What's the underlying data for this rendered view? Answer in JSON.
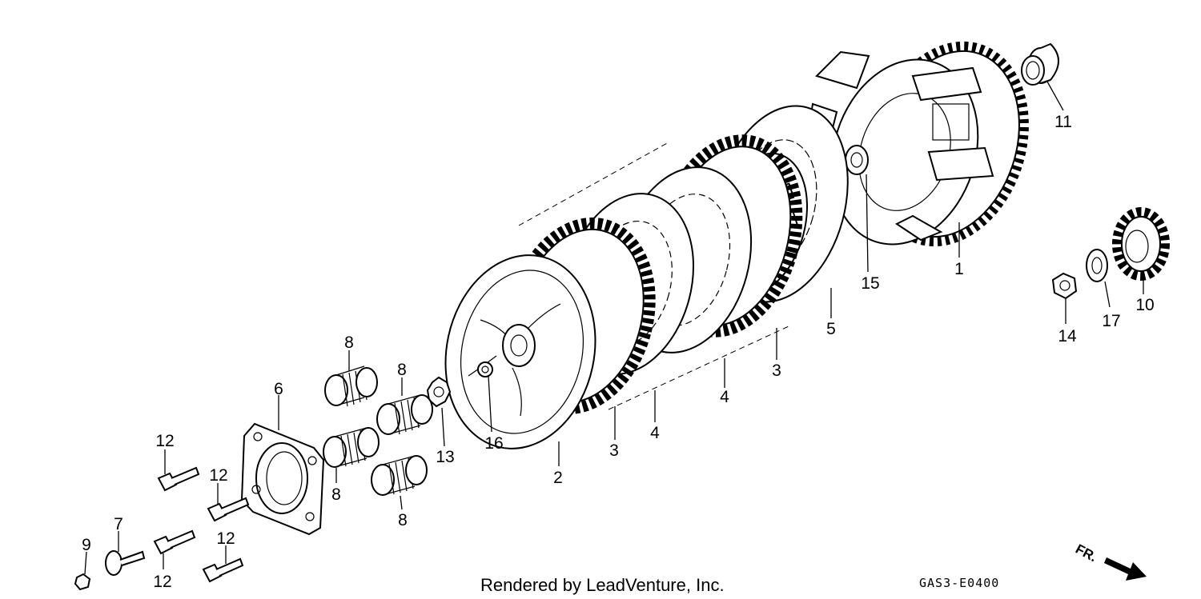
{
  "parts": [
    {
      "id": "p1",
      "text": "1"
    },
    {
      "id": "p2",
      "text": "2"
    },
    {
      "id": "p3a",
      "text": "3"
    },
    {
      "id": "p3b",
      "text": "3"
    },
    {
      "id": "p4a",
      "text": "4"
    },
    {
      "id": "p4b",
      "text": "4"
    },
    {
      "id": "p5",
      "text": "5"
    },
    {
      "id": "p6",
      "text": "6"
    },
    {
      "id": "p7",
      "text": "7"
    },
    {
      "id": "p8a",
      "text": "8"
    },
    {
      "id": "p8b",
      "text": "8"
    },
    {
      "id": "p8c",
      "text": "8"
    },
    {
      "id": "p8d",
      "text": "8"
    },
    {
      "id": "p9",
      "text": "9"
    },
    {
      "id": "p10",
      "text": "10"
    },
    {
      "id": "p11",
      "text": "11"
    },
    {
      "id": "p12a",
      "text": "12"
    },
    {
      "id": "p12b",
      "text": "12"
    },
    {
      "id": "p12c",
      "text": "12"
    },
    {
      "id": "p12d",
      "text": "12"
    },
    {
      "id": "p13",
      "text": "13"
    },
    {
      "id": "p14",
      "text": "14"
    },
    {
      "id": "p15",
      "text": "15"
    },
    {
      "id": "p16",
      "text": "16"
    },
    {
      "id": "p17",
      "text": "17"
    }
  ],
  "footer": {
    "credit": "Rendered by LeadVenture, Inc.",
    "code": "GAS3-E0400",
    "direction": "FR."
  }
}
